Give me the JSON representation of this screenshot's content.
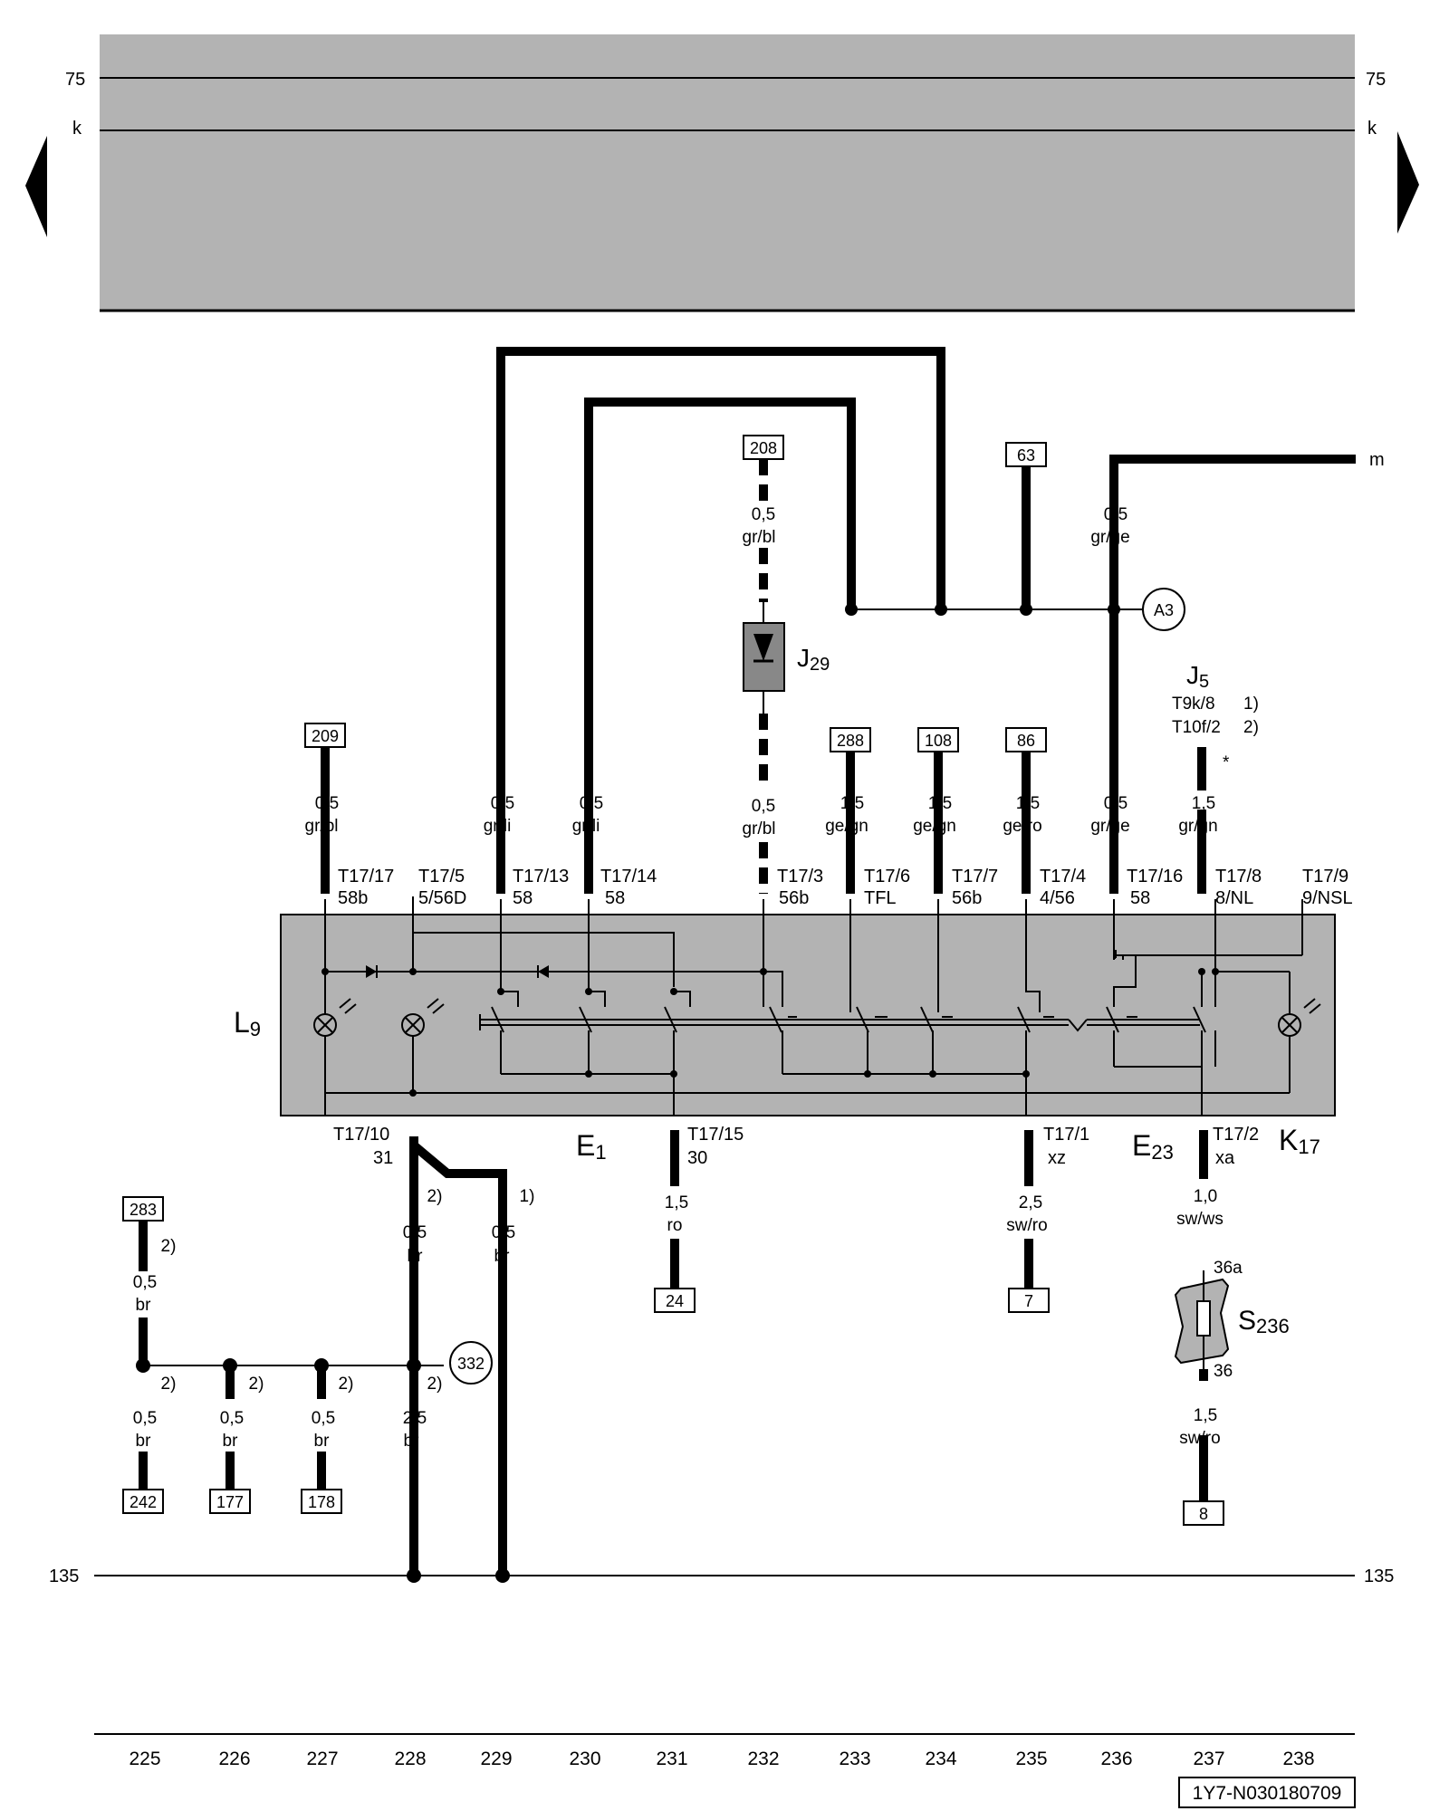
{
  "header": {
    "rail_top": "75",
    "rail_k": "k",
    "rail_bottom": "135",
    "diagram_id": "1Y7-N030180709"
  },
  "columns": [
    "225",
    "226",
    "227",
    "228",
    "229",
    "230",
    "231",
    "232",
    "233",
    "234",
    "235",
    "236",
    "237",
    "238"
  ],
  "components": {
    "L9": {
      "letter": "L",
      "sub": "9"
    },
    "J29": {
      "letter": "J",
      "sub": "29"
    },
    "J5": {
      "letter": "J",
      "sub": "5"
    },
    "E1": {
      "letter": "E",
      "sub": "1"
    },
    "E23": {
      "letter": "E",
      "sub": "23"
    },
    "K17": {
      "letter": "K",
      "sub": "17"
    },
    "S236": {
      "letter": "S",
      "sub": "236"
    }
  },
  "connector_j5": {
    "line1": "T9k/8",
    "note1": "1)",
    "line2": "T10f/2",
    "note2": "2)",
    "star": "*"
  },
  "refs": {
    "r209": "209",
    "r208": "208",
    "r63": "63",
    "r288": "288",
    "r108": "108",
    "r86": "86",
    "r283": "283",
    "r242": "242",
    "r177": "177",
    "r178": "178",
    "r24": "24",
    "r7": "7",
    "r8": "8"
  },
  "circles": {
    "a3": "A3",
    "c332": "332"
  },
  "wire_m": "m",
  "top_wires": [
    {
      "size": "0,5",
      "color": "gr/bl"
    },
    {
      "size": "0,5",
      "color": "gr/li"
    },
    {
      "size": "0,5",
      "color": "gr/li"
    },
    {
      "size": "0,5",
      "color": "gr/bl"
    },
    {
      "size": "1,5",
      "color": "ge/gn"
    },
    {
      "size": "1,5",
      "color": "ge/gn"
    },
    {
      "size": "1,5",
      "color": "ge/ro"
    },
    {
      "size": "0,5",
      "color": "gr/ge"
    },
    {
      "size": "1,5",
      "color": "gr/gn"
    }
  ],
  "j29_wire": {
    "size": "0,5",
    "color": "gr/bl"
  },
  "a3_wire": {
    "size": "0,5",
    "color": "gr/ge"
  },
  "pins_top": [
    {
      "pin": "T17/17",
      "term": "58b"
    },
    {
      "pin": "T17/5",
      "term": "5/56D"
    },
    {
      "pin": "T17/13",
      "term": "58"
    },
    {
      "pin": "T17/14",
      "term": "58"
    },
    {
      "pin": "T17/3",
      "term": "56b"
    },
    {
      "pin": "T17/6",
      "term": "TFL"
    },
    {
      "pin": "T17/7",
      "term": "56b"
    },
    {
      "pin": "T17/4",
      "term": "4/56"
    },
    {
      "pin": "T17/16",
      "term": "58"
    },
    {
      "pin": "T17/8",
      "term": "8/NL"
    },
    {
      "pin": "T17/9",
      "term": "9/NSL"
    }
  ],
  "pins_bottom": [
    {
      "pin": "T17/10",
      "term": "31"
    },
    {
      "pin": "T17/15",
      "term": "30"
    },
    {
      "pin": "T17/1",
      "term": "xz"
    },
    {
      "pin": "T17/2",
      "term": "xa"
    }
  ],
  "bottom_wires": {
    "w228": {
      "size": "0,5",
      "color": "br",
      "note": "2)"
    },
    "w229": {
      "size": "0,5",
      "color": "br",
      "note": "1)"
    },
    "w231": {
      "size": "1,5",
      "color": "ro"
    },
    "w235": {
      "size": "2,5",
      "color": "sw/ro"
    },
    "w237a": {
      "size": "1,0",
      "color": "sw/ws"
    },
    "w237b": {
      "size": "1,5",
      "color": "sw/ro"
    },
    "w225_top": {
      "size": "0,5",
      "color": "br",
      "note": "2)"
    },
    "w225": {
      "size": "0,5",
      "color": "br",
      "note": "2)"
    },
    "w226": {
      "size": "0,5",
      "color": "br",
      "note": "2)"
    },
    "w227": {
      "size": "0,5",
      "color": "br",
      "note": "2)"
    },
    "w228b": {
      "size": "2,5",
      "color": "br",
      "note": "2)"
    }
  },
  "fuse_pins": {
    "in": "36a",
    "out": "36"
  }
}
